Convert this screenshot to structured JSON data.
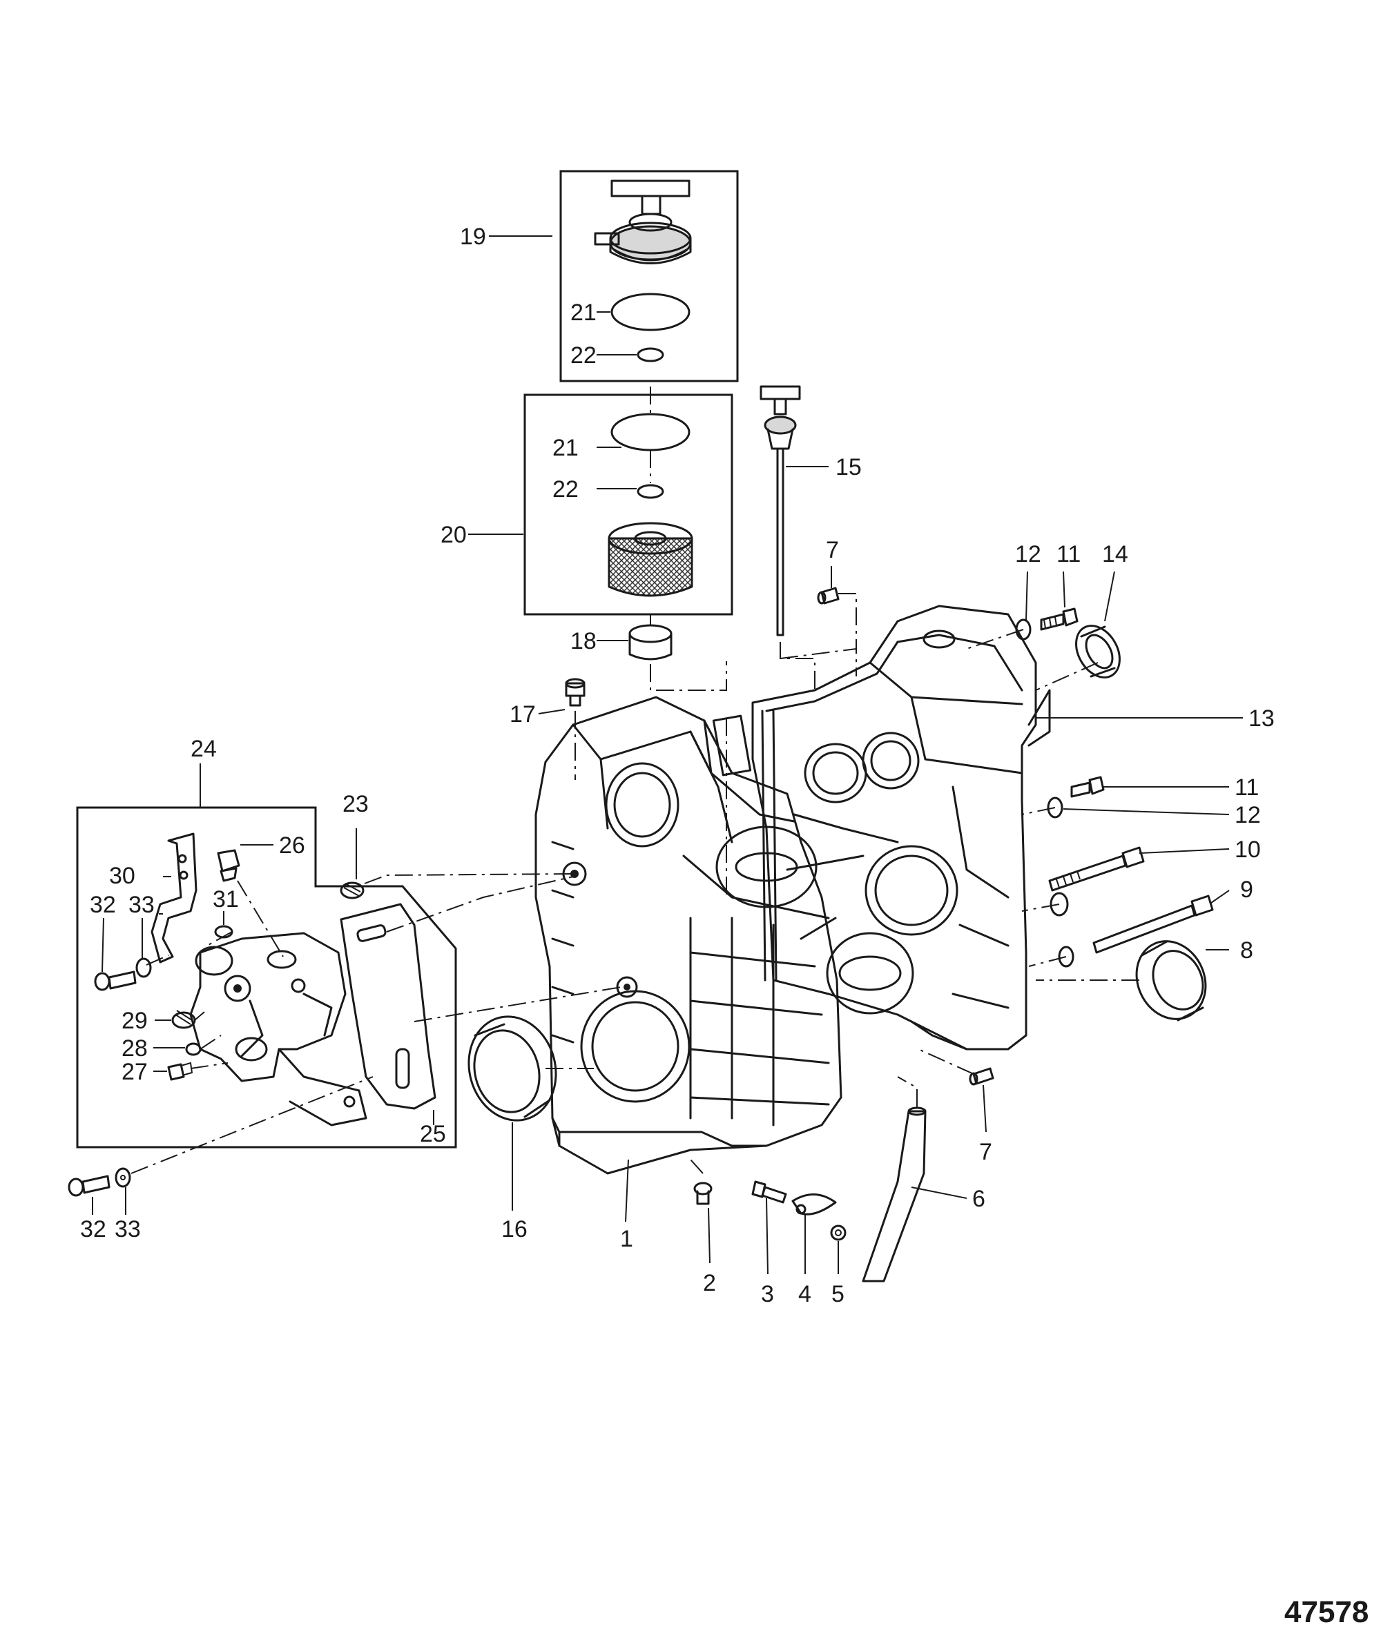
{
  "figure_number": "47578",
  "callouts": {
    "c1": "1",
    "c2": "2",
    "c3": "3",
    "c4": "4",
    "c5": "5",
    "c6": "6",
    "c7a": "7",
    "c7b": "7",
    "c8": "8",
    "c9": "9",
    "c10": "10",
    "c11a": "11",
    "c11b": "11",
    "c12a": "12",
    "c12b": "12",
    "c13": "13",
    "c14": "14",
    "c15": "15",
    "c16": "16",
    "c17": "17",
    "c18": "18",
    "c19": "19",
    "c20": "20",
    "c21a": "21",
    "c21b": "21",
    "c22a": "22",
    "c22b": "22",
    "c23": "23",
    "c24": "24",
    "c25": "25",
    "c26": "26",
    "c27": "27",
    "c28": "28",
    "c29": "29",
    "c30": "30",
    "c31": "31",
    "c32a": "32",
    "c32b": "32",
    "c33a": "33",
    "c33b": "33"
  }
}
